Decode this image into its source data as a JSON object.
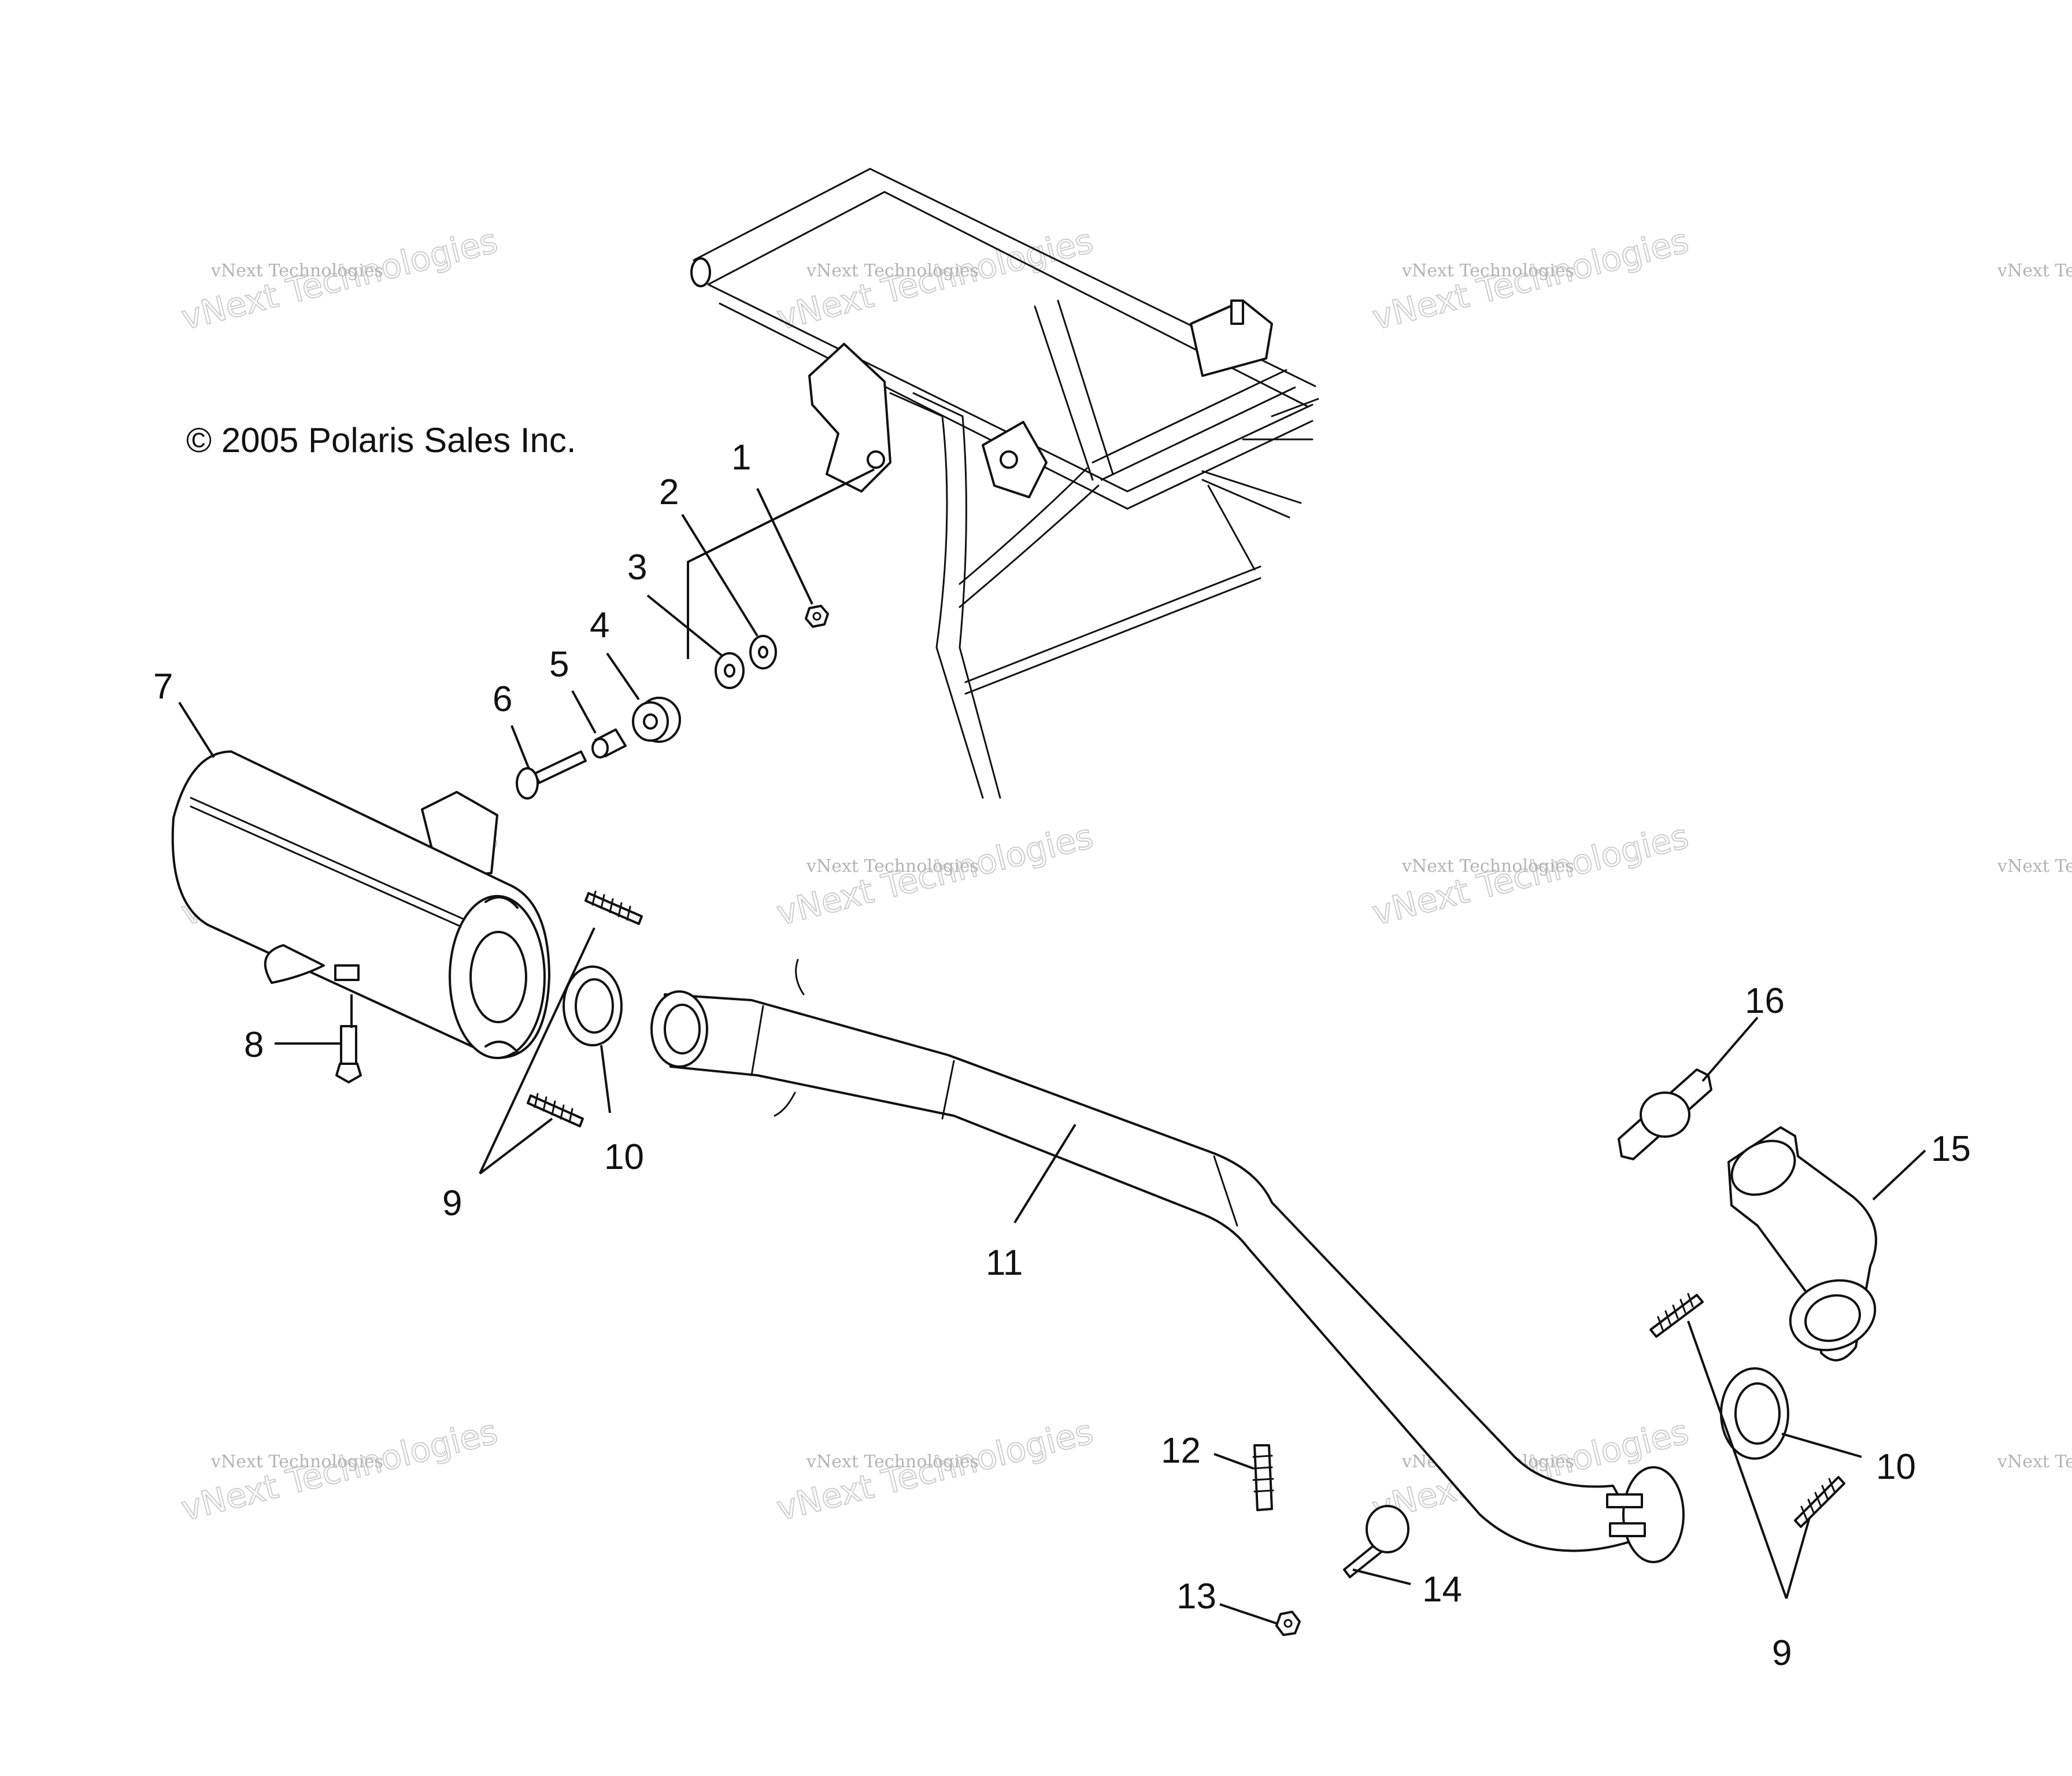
{
  "copyright": "© 2005 Polaris Sales Inc.",
  "watermark": {
    "line1": "vNext Technologies",
    "line2": "vNext Technologies"
  },
  "callouts": [
    "1",
    "2",
    "3",
    "4",
    "5",
    "6",
    "7",
    "8",
    "9",
    "10",
    "9",
    "10",
    "11",
    "12",
    "13",
    "14",
    "15",
    "16"
  ]
}
